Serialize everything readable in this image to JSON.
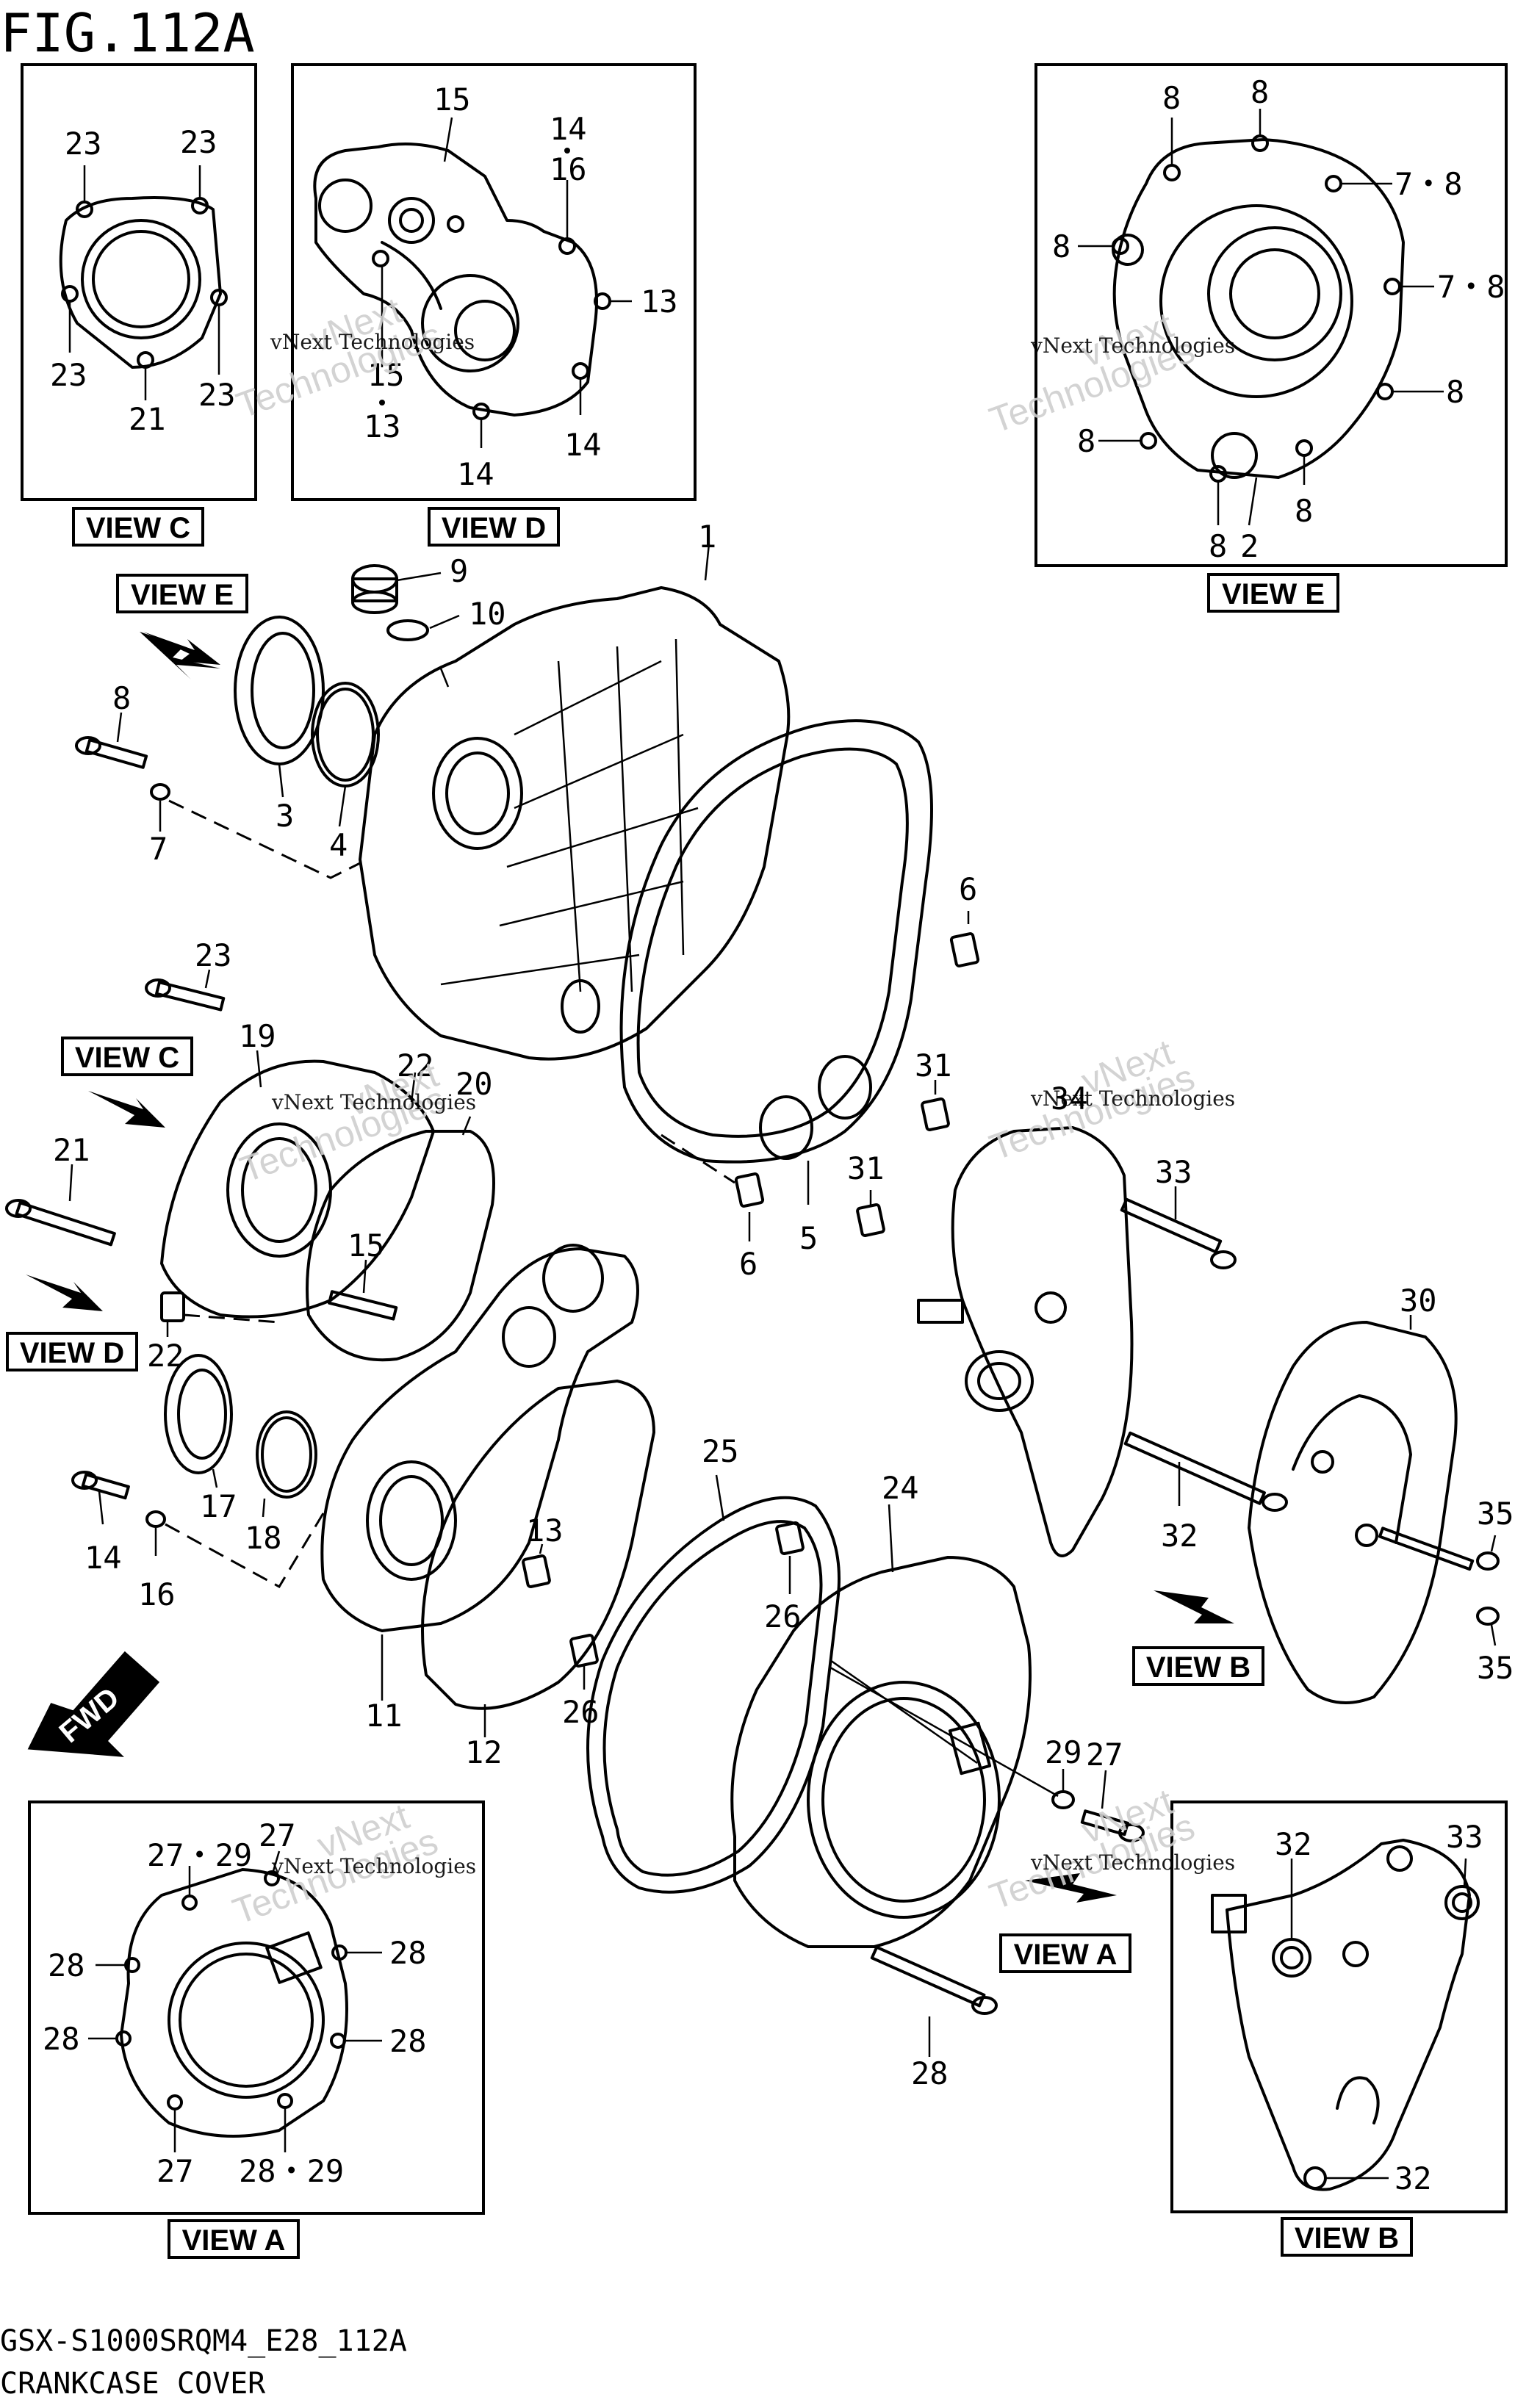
{
  "figure": {
    "title": "FIG.112A",
    "model_code": "GSX-S1000SRQM4_E28_112A",
    "name": "CRANKCASE COVER"
  },
  "watermark": {
    "text": "vNext Technologies",
    "large_line1": "vNext",
    "large_line2": "Technologies"
  },
  "views": {
    "a": "VIEW A",
    "b": "VIEW B",
    "c": "VIEW C",
    "d": "VIEW D",
    "e": "VIEW E"
  },
  "fwd_label": "FWD",
  "callouts": {
    "c_23a": "23",
    "c_23b": "23",
    "c_23c": "23",
    "c_23d": "23",
    "c_21": "21",
    "d_15": "15",
    "d_14a": "14",
    "d_16": "16",
    "d_13a": "13",
    "d_15b": "15",
    "d_13b": "13",
    "d_14b": "14",
    "d_14c": "14",
    "e_8a": "8",
    "e_8b": "8",
    "e_78a": "7・8",
    "e_8c": "8",
    "e_78b": "7・8",
    "e_8d": "8",
    "e_8e": "8",
    "e_8f": "8",
    "e_8g": "8",
    "e_2": "2",
    "m_1": "1",
    "m_9": "9",
    "m_10": "10",
    "m_8": "8",
    "m_7": "7",
    "m_3": "3",
    "m_4": "4",
    "m_6a": "6",
    "m_6b": "6",
    "m_5": "5",
    "m_23": "23",
    "m_19": "19",
    "m_22a": "22",
    "m_20": "20",
    "m_21": "21",
    "m_15": "15",
    "m_22b": "22",
    "m_17": "17",
    "m_18": "18",
    "m_14": "14",
    "m_16": "16",
    "m_11": "11",
    "m_12": "12",
    "m_13": "13",
    "m_26a": "26",
    "m_26b": "26",
    "m_25": "25",
    "m_24": "24",
    "m_31a": "31",
    "m_31b": "31",
    "m_34": "34",
    "m_33": "33",
    "m_30": "30",
    "m_32": "32",
    "m_35a": "35",
    "m_35b": "35",
    "m_29": "29",
    "m_27": "27",
    "m_28": "28",
    "a_2729a": "27・29",
    "a_27a": "27",
    "a_28a": "28",
    "a_28b": "28",
    "a_28c": "28",
    "a_28d": "28",
    "a_27b": "27",
    "a_2829": "28・29",
    "b_32a": "32",
    "b_33": "33",
    "b_32b": "32"
  }
}
